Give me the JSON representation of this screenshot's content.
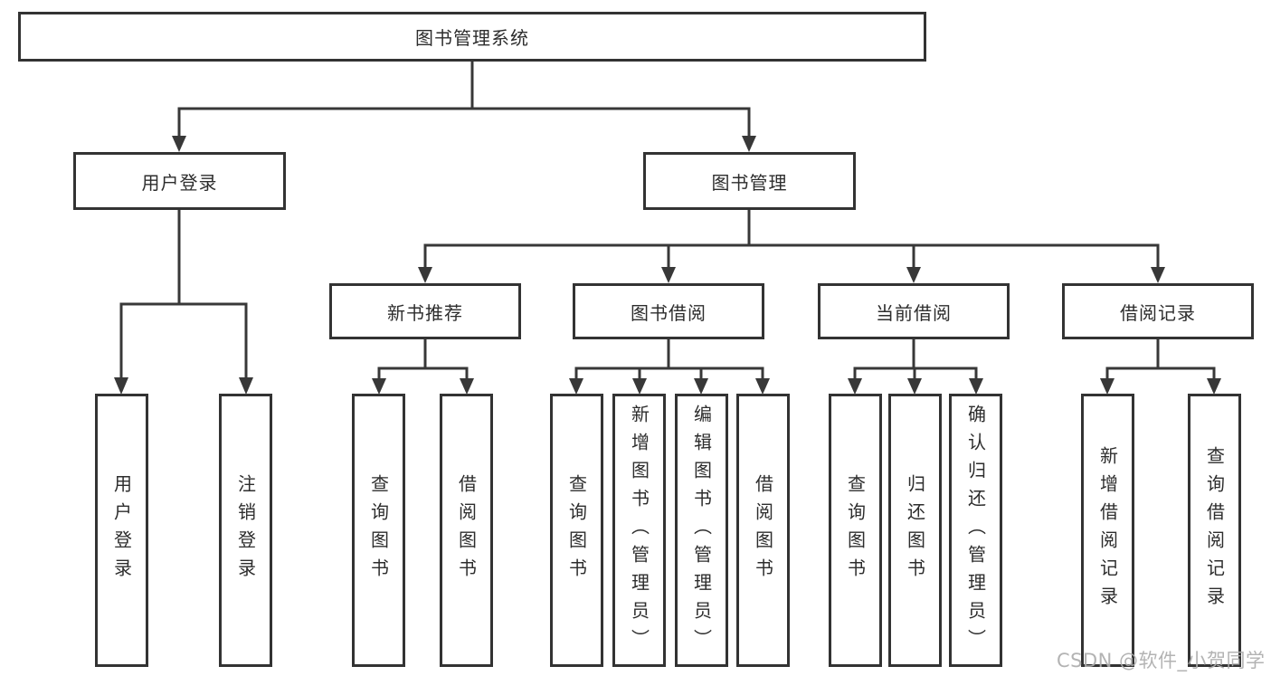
{
  "tree": {
    "label": "图书管理系统",
    "children": [
      {
        "label": "用户登录",
        "children": [
          {
            "label": "用户登录"
          },
          {
            "label": "注销登录"
          }
        ]
      },
      {
        "label": "图书管理",
        "children": [
          {
            "label": "新书推荐",
            "children": [
              {
                "label": "查询图书"
              },
              {
                "label": "借阅图书"
              }
            ]
          },
          {
            "label": "图书借阅",
            "children": [
              {
                "label": "查询图书"
              },
              {
                "label": "新增图书（管理员）"
              },
              {
                "label": "编辑图书（管理员）"
              },
              {
                "label": "借阅图书"
              }
            ]
          },
          {
            "label": "当前借阅",
            "children": [
              {
                "label": "查询图书"
              },
              {
                "label": "归还图书"
              },
              {
                "label": "确认归还（管理员）"
              }
            ]
          },
          {
            "label": "借阅记录",
            "children": [
              {
                "label": "新增借阅记录"
              },
              {
                "label": "查询借阅记录"
              }
            ]
          }
        ]
      }
    ]
  },
  "watermark": "CSDN @软件_小贺同学",
  "colors": {
    "line": "#383838",
    "border": "#333333",
    "text": "#2d2d2d",
    "watermark": "#adadad"
  }
}
